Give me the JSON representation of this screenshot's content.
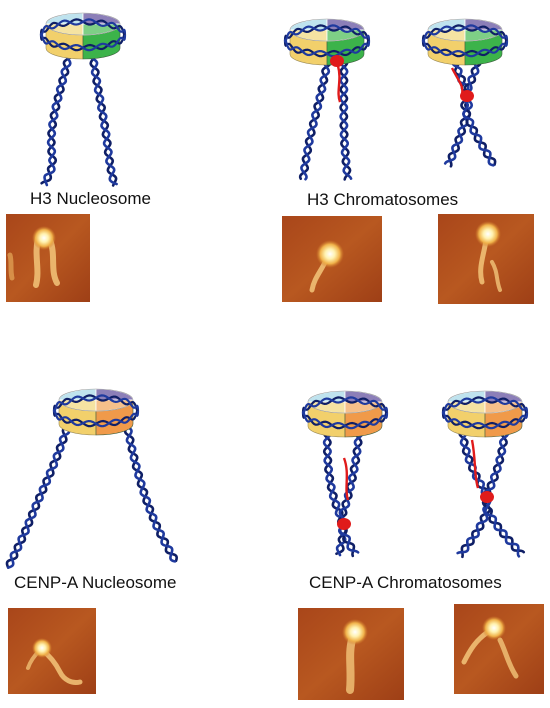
{
  "labels": {
    "h3_nucleosome": "H3 Nucleosome",
    "h3_chromatosomes": "H3 Chromatosomes",
    "cenpa_nucleosome": "CENP-A Nucleosome",
    "cenpa_chromatosomes": "CENP-A Chromatosomes"
  },
  "colors": {
    "dna": "#1f3a9e",
    "dna_dark": "#0f1f66",
    "linker_histone": "#e01b1b",
    "h3_quadrant_a": "#f2d06b",
    "h3_quadrant_b": "#3cb34a",
    "cenpa_quadrant_a": "#f2d06b",
    "cenpa_quadrant_b": "#f09a4a",
    "top_cyan": "#bfe3ee",
    "top_purple": "#8c7fb8",
    "top_cream": "#f5e3a2",
    "afm_bg": "#b5501c",
    "afm_bright": "#fff7d0"
  }
}
